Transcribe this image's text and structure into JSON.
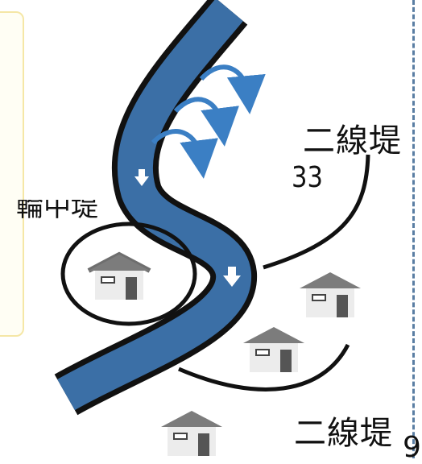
{
  "labels": {
    "secondary_levee_top": "二線堤",
    "secondary_levee_bottom": "二線堤",
    "number": "33",
    "partial_levee_label": "輪中堤",
    "page_number": "9"
  },
  "colors": {
    "river": "#3b6fa6",
    "river_edge": "#111111",
    "levee_line": "#111111",
    "arrow": "#3b7fc4",
    "house_roof": "#6e6e6e",
    "house_wall": "#ececec",
    "dashed_border": "#5a7ea3",
    "left_panel_border": "#f5e7a6"
  },
  "icons": {
    "house": "house-icon",
    "flow_arrow": "down-arrow-icon",
    "overflow_arrow": "curved-arrow-icon"
  }
}
